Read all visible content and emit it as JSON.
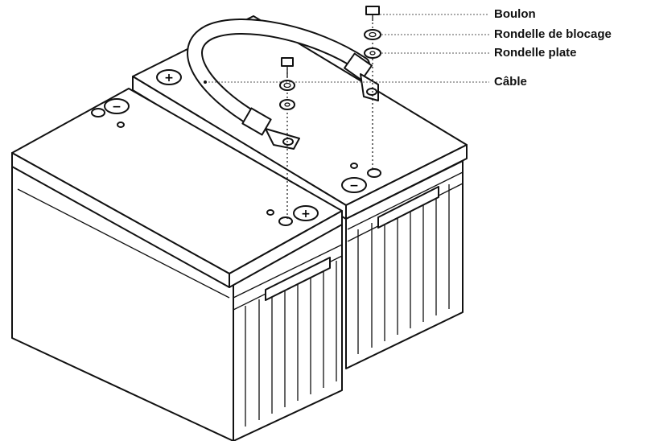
{
  "labels": {
    "bolt": "Boulon",
    "lock_washer": "Rondelle de blocage",
    "flat_washer": "Rondelle plate",
    "cable": "Câble"
  },
  "terminals": {
    "positive_symbol": "+",
    "negative_symbol": "−"
  },
  "colors": {
    "stroke": "#111111",
    "fill": "#ffffff",
    "shade": "#e8e8e8"
  }
}
